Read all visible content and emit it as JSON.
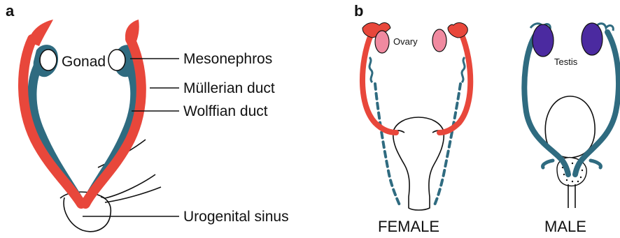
{
  "panel_a": {
    "letter": "a",
    "labels": {
      "gonad": "Gonad",
      "mesonephros": "Mesonephros",
      "mullerian_duct": "Müllerian duct",
      "wolffian_duct": "Wolffian duct",
      "urogenital_sinus": "Urogenital sinus"
    }
  },
  "panel_b": {
    "letter": "b",
    "female": {
      "caption": "FEMALE",
      "organ_label": "Ovary"
    },
    "male": {
      "caption": "MALE",
      "organ_label": "Testis"
    }
  },
  "colors": {
    "mullerian": "#e8473b",
    "wolffian": "#2f6b80",
    "ovary": "#f08aa0",
    "testis": "#4b2aa0",
    "outline": "#111111"
  }
}
